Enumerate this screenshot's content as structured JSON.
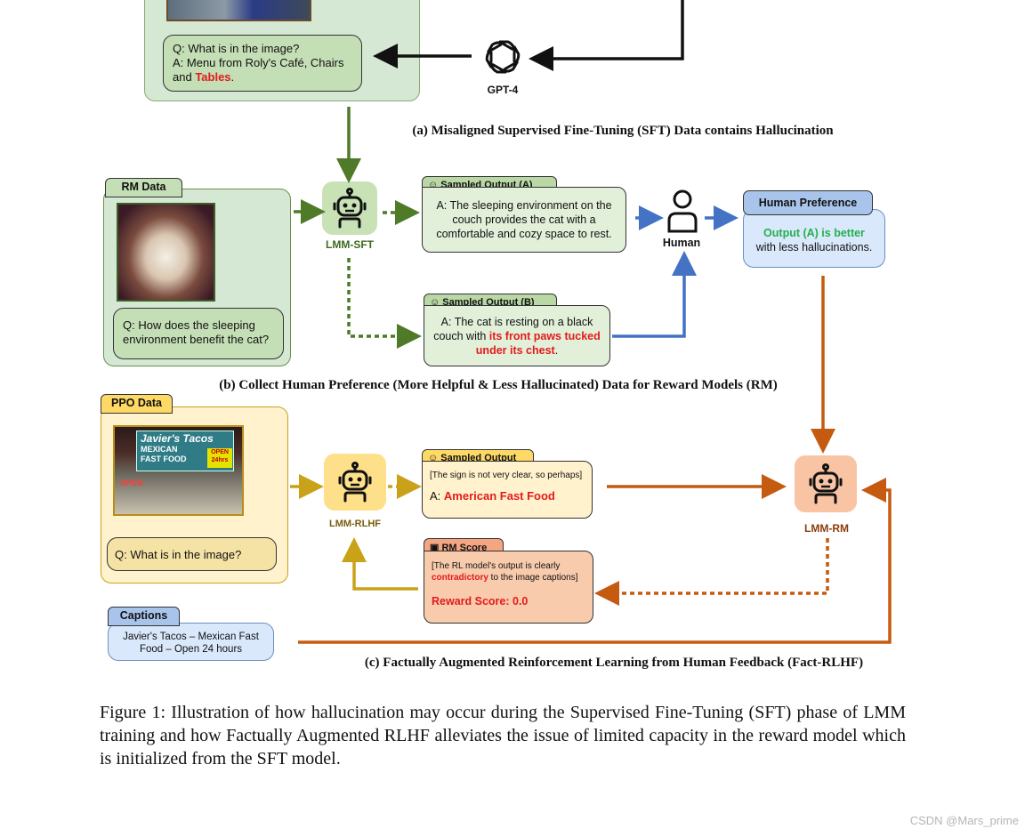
{
  "section_a": {
    "qa_q": "Q: What is in the image?",
    "qa_a_prefix": "A: Menu from Roly's Café, Chairs and ",
    "qa_a_red": "Tables",
    "qa_a_suffix": ".",
    "gpt_label": "GPT-4",
    "caption": "(a) Misaligned Supervised Fine-Tuning (SFT) Data contains Hallucination"
  },
  "section_b": {
    "rm_tab": "RM Data",
    "rm_question": "Q: How does the sleeping environment benefit the cat?",
    "lmm_sft": "LMM-SFT",
    "out_a_tab": "Sampled Output (A)",
    "out_a_text": "A: The sleeping environment on the couch provides the cat with a comfortable and cozy space to rest.",
    "out_b_tab": "Sampled Output (B)",
    "out_b_prefix": "A: The cat is resting on a black couch with ",
    "out_b_red": "its front paws tucked under its chest",
    "out_b_suffix": ".",
    "human": "Human",
    "pref_tab": "Human Preference",
    "pref_green": "Output (A) is better",
    "pref_rest": "with less hallucinations.",
    "caption": "(b) Collect Human Preference (More Helpful & Less Hallucinated) Data for Reward Models (RM)"
  },
  "section_c": {
    "ppo_tab": "PPO Data",
    "ppo_question": "Q: What is in the image?",
    "lmm_rlhf": "LMM-RLHF",
    "sampled_tab": "Sampled Output",
    "sampled_note": "[The sign is not very clear, so perhaps]",
    "sampled_prefix": "A: ",
    "sampled_red": "American Fast Food",
    "rm_score_tab": "RM Score",
    "rm_note_prefix": "[The RL model's output is clearly ",
    "rm_note_red": "contradictory",
    "rm_note_suffix": " to the image captions]",
    "reward": "Reward Score: 0.0",
    "lmm_rm": "LMM-RM",
    "captions_tab": "Captions",
    "captions_text": "Javier's Tacos – Mexican Fast Food – Open 24 hours",
    "sign_line1": "Javier's Tacos",
    "sign_line2": "MEXICAN",
    "sign_line3": "FAST FOOD",
    "sign_badge": "OPEN 24hrs",
    "sign_open": "OPEN",
    "caption": "(c) Factually Augmented Reinforcement Learning from Human Feedback (Fact-RLHF)"
  },
  "figure_caption": "Figure 1: Illustration of how hallucination may occur during the Supervised Fine-Tuning (SFT) phase of LMM training and how Factually Augmented RLHF alleviates the issue of limited capacity in the reward model which is initialized from the SFT model.",
  "watermark": "CSDN @Mars_prime",
  "colors": {
    "green_fill": "#d5e8d4",
    "green_border": "#6a8f4e",
    "green_arrow": "#4f7a28",
    "blue_fill": "#dae8fc",
    "blue_border": "#6c8ebf",
    "blue_arrow": "#4472c4",
    "yellow_fill": "#fff2cc",
    "yellow_tab": "#ffd966",
    "yellow_arrow": "#c9a21a",
    "orange_fill": "#f8cbad",
    "orange_arrow": "#c55a11",
    "red_text": "#e31b1b"
  }
}
